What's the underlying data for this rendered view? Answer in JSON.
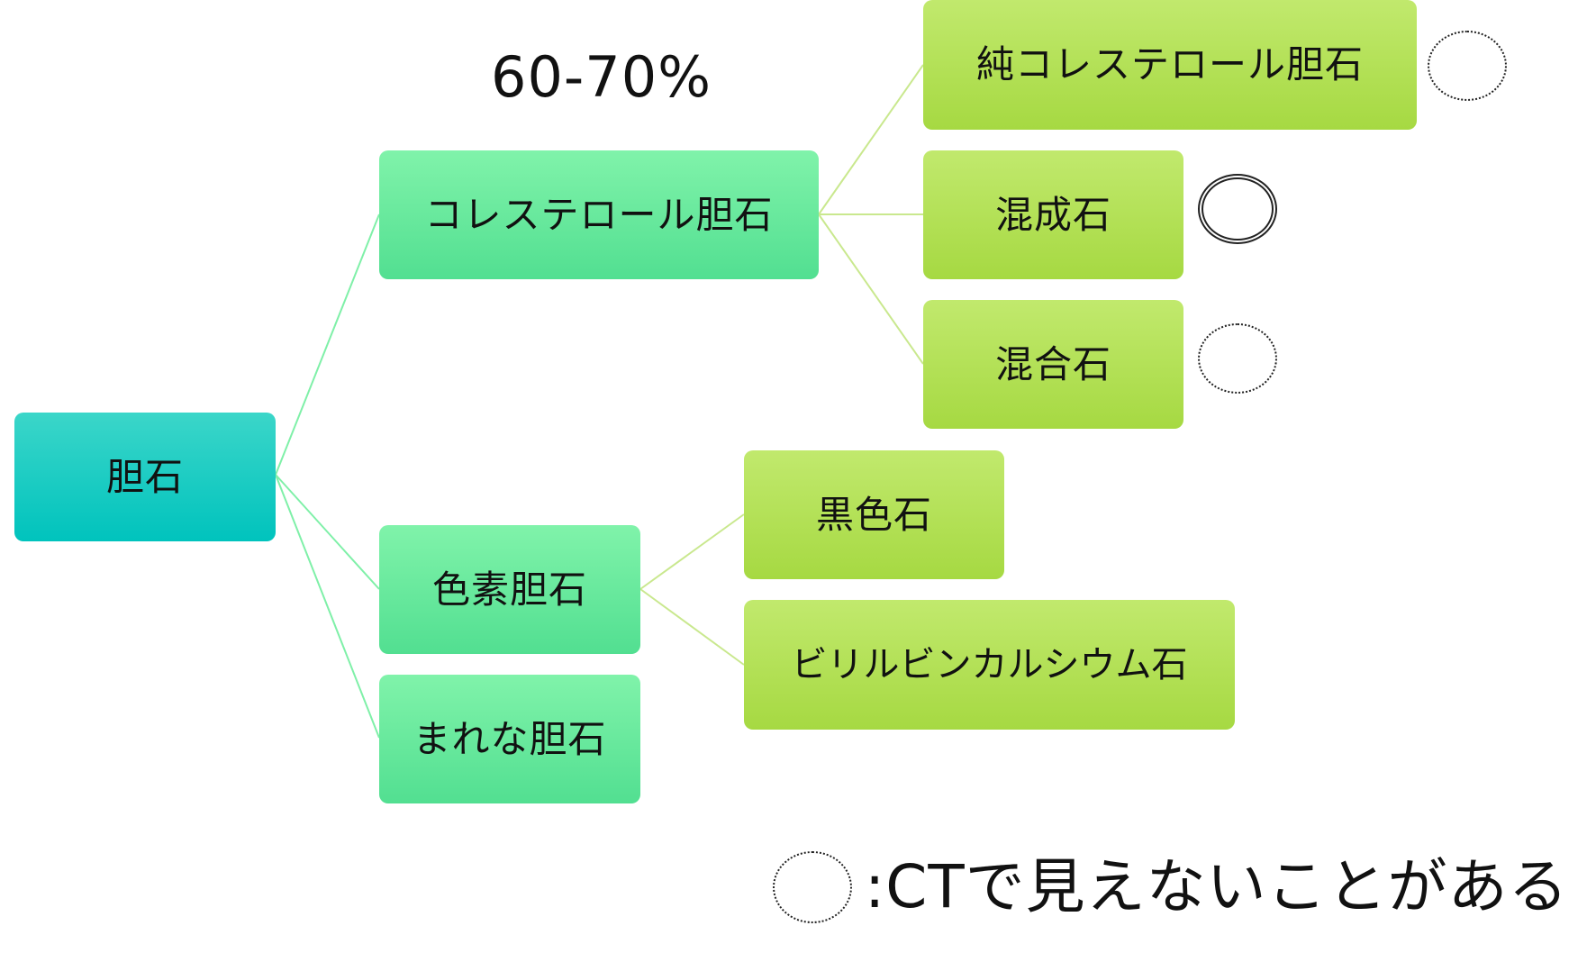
{
  "root": {
    "label": "胆石"
  },
  "annotation": {
    "percent": "60-70%"
  },
  "groups": [
    {
      "label": "コレステロール胆石",
      "children": [
        {
          "label": "純コレステロール胆石",
          "marker": "dotted-circle"
        },
        {
          "label": "混成石",
          "marker": "double-circle"
        },
        {
          "label": "混合石",
          "marker": "dotted-circle"
        }
      ]
    },
    {
      "label": "色素胆石",
      "children": [
        {
          "label": "黒色石"
        },
        {
          "label": "ビリルビンカルシウム石"
        }
      ]
    },
    {
      "label": "まれな胆石",
      "children": []
    }
  ],
  "legend": {
    "marker": "dotted-circle",
    "text": ":CTで見えないことがある"
  },
  "colors": {
    "root": "#00c3bd",
    "group": "#5fe39a",
    "leaf": "#b3e157",
    "root_connector": "#7ff0a8",
    "leaf_connector": "#c9e88e"
  }
}
